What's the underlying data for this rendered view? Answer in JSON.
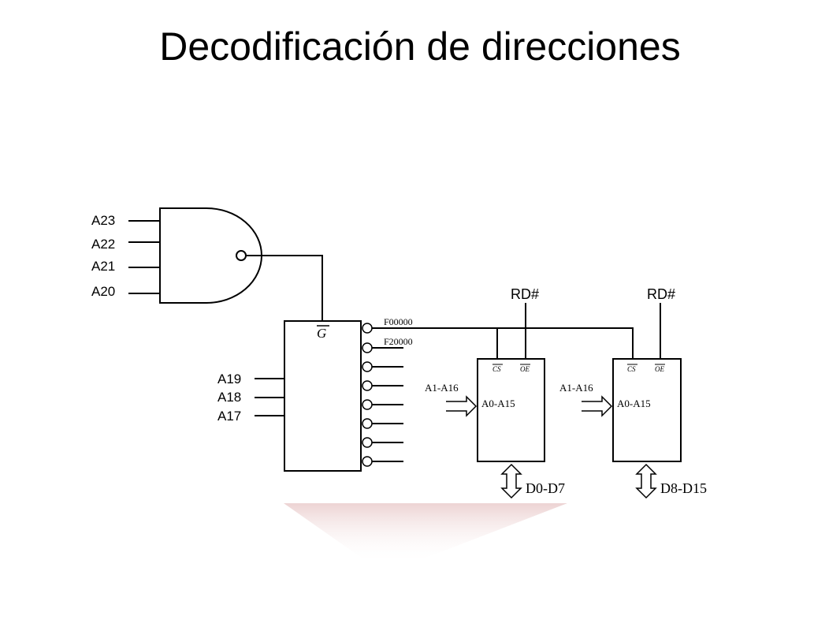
{
  "slide": {
    "title": "Decodificación de direcciones"
  },
  "nand_gate": {
    "inputs": [
      "A23",
      "A22",
      "A21",
      "A20"
    ]
  },
  "decoder": {
    "enable_label": "G",
    "inputs": [
      "A19",
      "A18",
      "A17"
    ],
    "outputs": [
      "F00000",
      "F20000"
    ]
  },
  "memories": [
    {
      "rd_label": "RD#",
      "cs_label": "CS",
      "oe_label": "OE",
      "addr_in_label": "A1-A16",
      "addr_chip_label": "A0-A15",
      "data_label": "D0-D7"
    },
    {
      "rd_label": "RD#",
      "cs_label": "CS",
      "oe_label": "OE",
      "addr_in_label": "A1-A16",
      "addr_chip_label": "A0-A15",
      "data_label": "D8-D15"
    }
  ]
}
